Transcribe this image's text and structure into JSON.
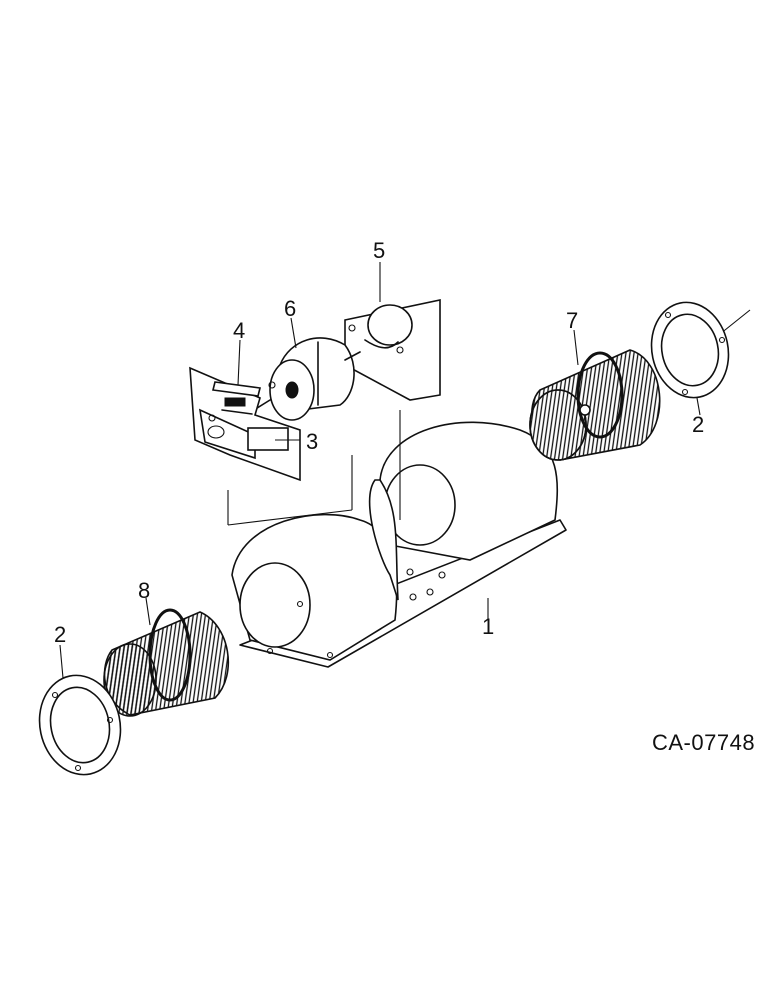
{
  "callouts": {
    "blower_housing": "1",
    "ring_right": "2",
    "ring_left": "2",
    "bracket_front": "3",
    "clip": "4",
    "bracket_rear": "5",
    "motor": "6",
    "wheel_right": "7",
    "wheel_left": "8"
  },
  "drawing_code": "CA-07748",
  "colors": {
    "ink": "#111111",
    "paper": "#ffffff"
  }
}
